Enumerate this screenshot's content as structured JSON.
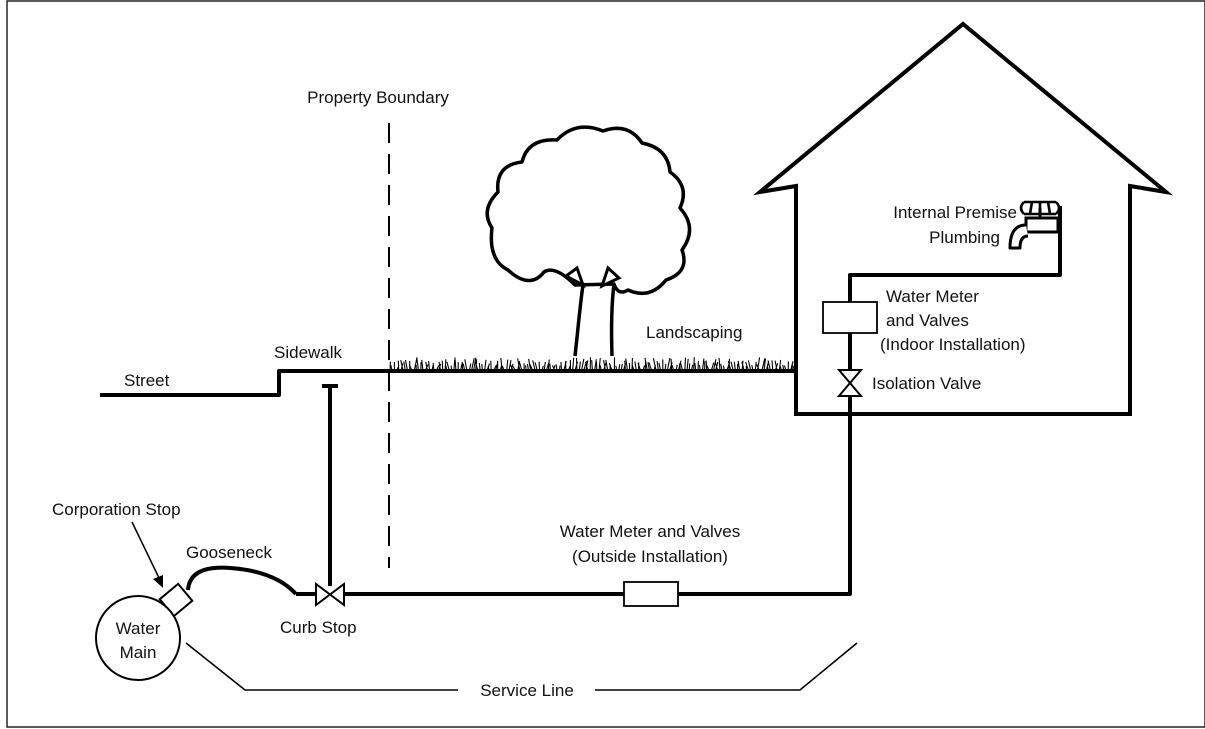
{
  "labels": {
    "property_boundary": "Property Boundary",
    "street": "Street",
    "sidewalk": "Sidewalk",
    "landscaping": "Landscaping",
    "internal_plumbing_line1": "Internal Premise",
    "internal_plumbing_line2": "Plumbing",
    "meter_indoor_line1": "Water Meter",
    "meter_indoor_line2": "and Valves",
    "meter_indoor_line3": "(Indoor Installation)",
    "isolation_valve": "Isolation Valve",
    "corporation_stop": "Corporation Stop",
    "gooseneck": "Gooseneck",
    "water_main_line1": "Water",
    "water_main_line2": "Main",
    "curb_stop": "Curb Stop",
    "meter_outside_line1": "Water Meter and Valves",
    "meter_outside_line2": "(Outside Installation)",
    "service_line": "Service Line"
  }
}
